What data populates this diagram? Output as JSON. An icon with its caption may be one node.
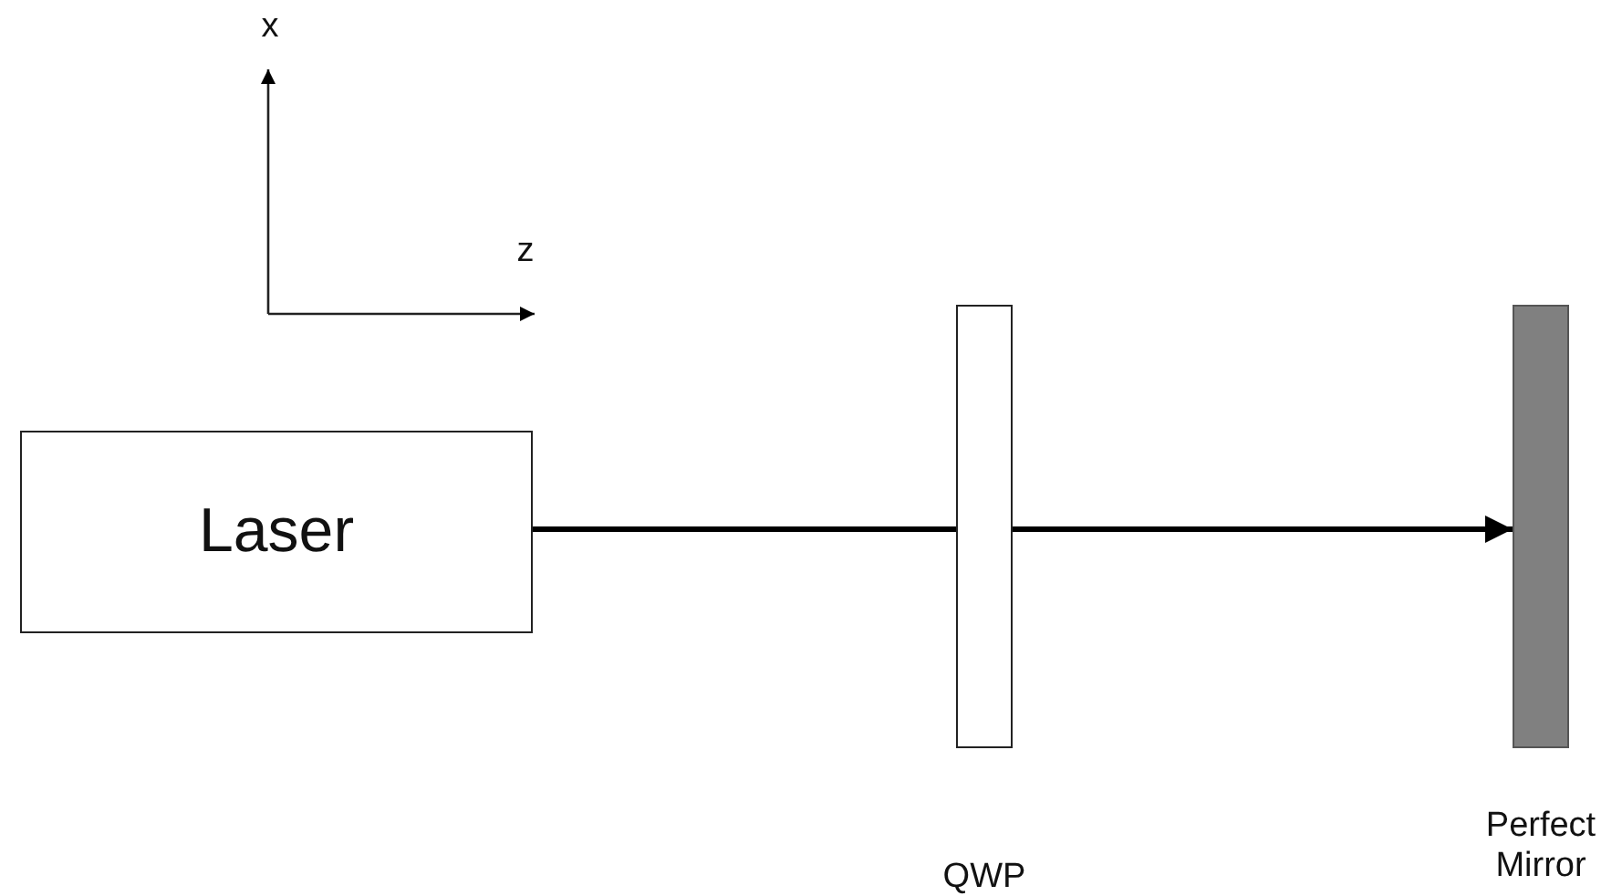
{
  "diagram": {
    "nodes": [
      {
        "text": [
          "Laser"
        ]
      },
      {
        "text": [],
        "shape": "bar",
        "beside": [
          "QWP"
        ]
      },
      {
        "text": [],
        "shape": "bar",
        "beside": [
          "Perfect Mirror"
        ]
      }
    ],
    "edges": [
      {
        "from": 0,
        "to": 1,
        "arrow": "none"
      },
      {
        "from": 1,
        "to": 2,
        "arrow": "to"
      }
    ],
    "labels": [
      "x",
      "z"
    ]
  }
}
